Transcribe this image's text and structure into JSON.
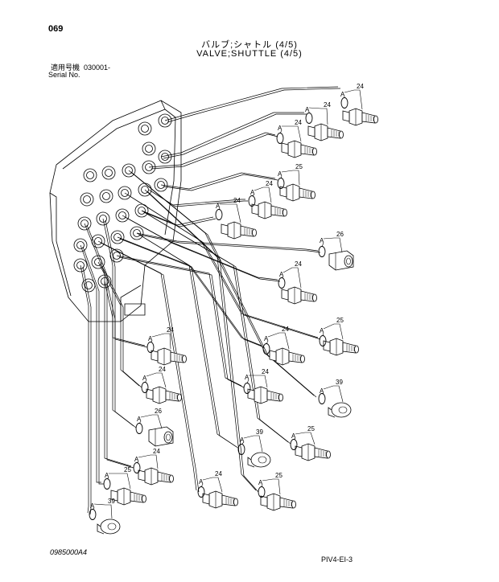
{
  "page": {
    "number": "069",
    "title_jp": "バルブ;シャトル (4/5)",
    "title_en": "VALVE;SHUTTLE (4/5)",
    "serial_label_jp": "適用号機  030001-",
    "serial_label_en": "Serial No.",
    "drawing_no": "0985000A4",
    "page_code": "PIV4-EI-3"
  },
  "callouts": {
    "oring_label": "A",
    "parts": [
      {
        "no": "24",
        "kind": "fitting"
      },
      {
        "no": "24",
        "kind": "fitting"
      },
      {
        "no": "24",
        "kind": "fitting"
      },
      {
        "no": "25",
        "kind": "fitting"
      },
      {
        "no": "24",
        "kind": "fitting"
      },
      {
        "no": "24",
        "kind": "fitting"
      },
      {
        "no": "26",
        "kind": "coupling"
      },
      {
        "no": "24",
        "kind": "fitting"
      },
      {
        "no": "24",
        "kind": "fitting"
      },
      {
        "no": "25",
        "kind": "fitting"
      },
      {
        "no": "24",
        "kind": "fitting"
      },
      {
        "no": "24",
        "kind": "fitting"
      },
      {
        "no": "39",
        "kind": "plug"
      },
      {
        "no": "24",
        "kind": "fitting"
      },
      {
        "no": "25",
        "kind": "fitting"
      },
      {
        "no": "26",
        "kind": "coupling"
      },
      {
        "no": "39",
        "kind": "plug"
      },
      {
        "no": "24",
        "kind": "fitting"
      },
      {
        "no": "25",
        "kind": "fitting"
      },
      {
        "no": "25",
        "kind": "fitting"
      },
      {
        "no": "24",
        "kind": "fitting"
      },
      {
        "no": "39",
        "kind": "plug"
      }
    ]
  },
  "icons": {
    "valve_block": "valve-block-icon",
    "fitting": "fitting-icon",
    "coupling": "coupling-icon",
    "plug": "plug-icon",
    "oring": "o-ring-icon"
  }
}
